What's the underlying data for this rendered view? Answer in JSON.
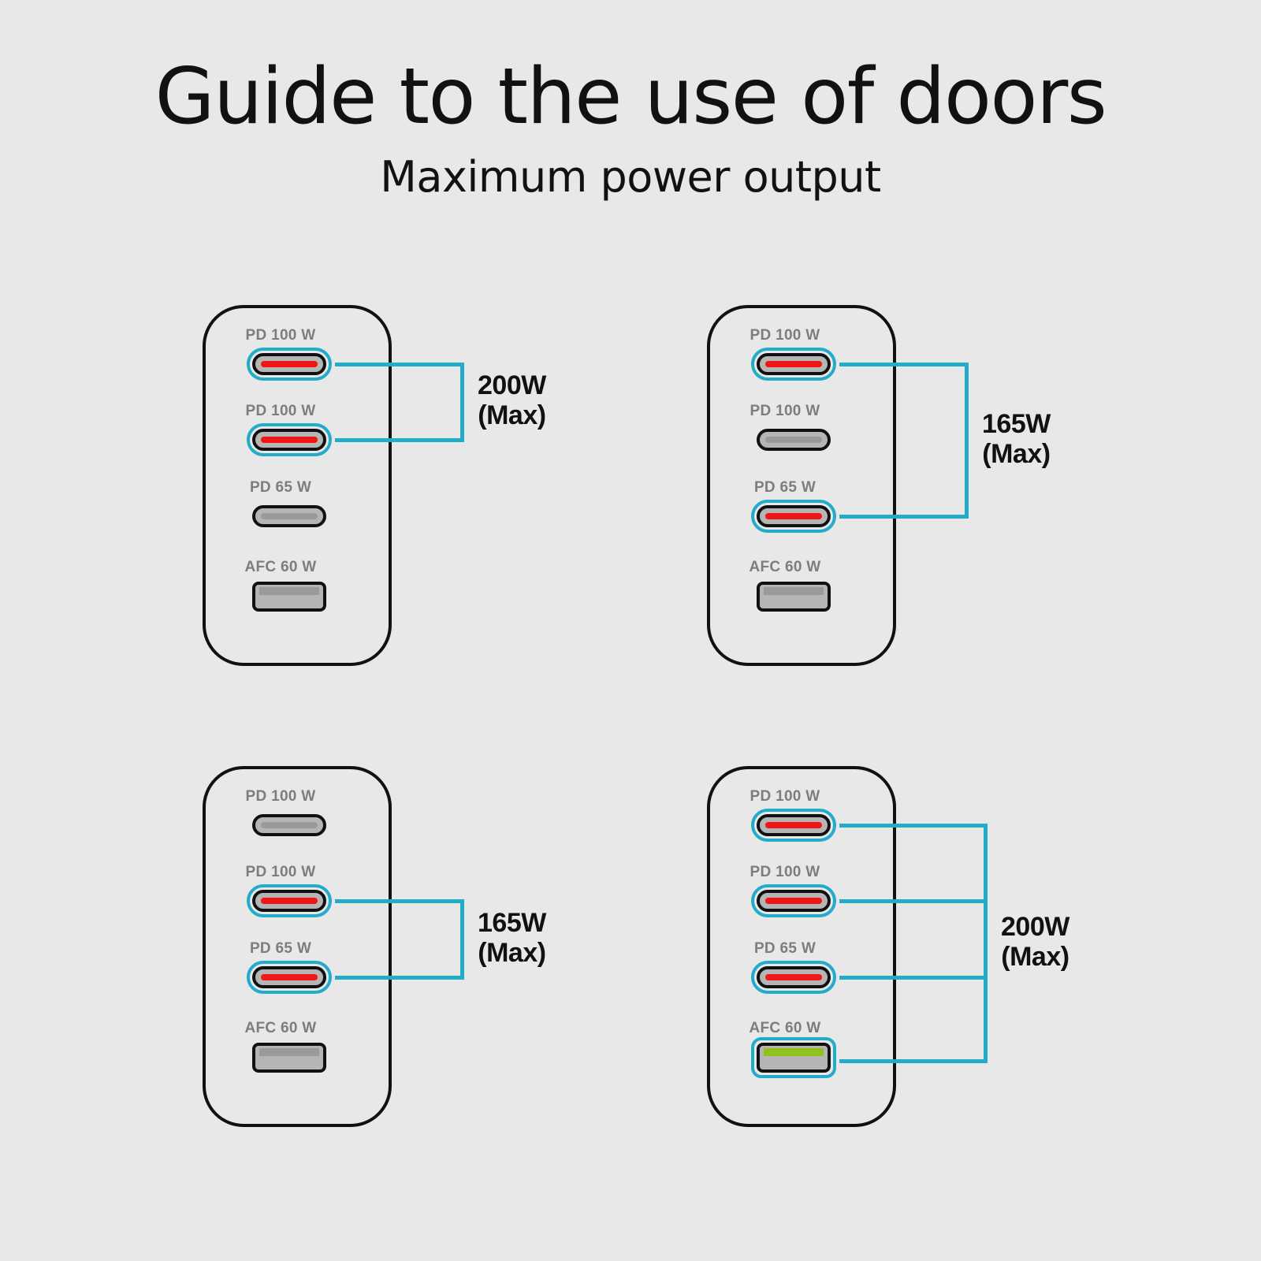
{
  "header": {
    "title": "Guide to the use of doors",
    "subtitle": "Maximum power output"
  },
  "colors": {
    "background": "#e8e8e8",
    "outline": "#111111",
    "highlight_cyan": "#23abca",
    "active_red": "#f21515",
    "active_green": "#8fc21a",
    "port_fill": "#b5b5b5",
    "port_inactive_bar": "#9a9a9a",
    "label_gray": "#7d7d7d"
  },
  "chargers": [
    {
      "id": "charger-top-left",
      "position": "top-left",
      "ports": [
        {
          "label": "PD 100 W",
          "type": "usb-c",
          "active": true
        },
        {
          "label": "PD 100 W",
          "type": "usb-c",
          "active": true
        },
        {
          "label": "PD 65 W",
          "type": "usb-c",
          "active": false
        },
        {
          "label": "AFC 60 W",
          "type": "usb-a",
          "active": false
        }
      ],
      "callout": {
        "watts": "200W",
        "max": "(Max)"
      }
    },
    {
      "id": "charger-top-right",
      "position": "top-right",
      "ports": [
        {
          "label": "PD 100 W",
          "type": "usb-c",
          "active": true
        },
        {
          "label": "PD 100 W",
          "type": "usb-c",
          "active": false
        },
        {
          "label": "PD 65 W",
          "type": "usb-c",
          "active": true
        },
        {
          "label": "AFC 60 W",
          "type": "usb-a",
          "active": false
        }
      ],
      "callout": {
        "watts": "165W",
        "max": "(Max)"
      }
    },
    {
      "id": "charger-bottom-left",
      "position": "bottom-left",
      "ports": [
        {
          "label": "PD 100 W",
          "type": "usb-c",
          "active": false
        },
        {
          "label": "PD 100 W",
          "type": "usb-c",
          "active": true
        },
        {
          "label": "PD 65 W",
          "type": "usb-c",
          "active": true
        },
        {
          "label": "AFC 60 W",
          "type": "usb-a",
          "active": false
        }
      ],
      "callout": {
        "watts": "165W",
        "max": "(Max)"
      }
    },
    {
      "id": "charger-bottom-right",
      "position": "bottom-right",
      "ports": [
        {
          "label": "PD 100 W",
          "type": "usb-c",
          "active": true
        },
        {
          "label": "PD 100 W",
          "type": "usb-c",
          "active": true
        },
        {
          "label": "PD 65 W",
          "type": "usb-c",
          "active": true
        },
        {
          "label": "AFC 60 W",
          "type": "usb-a",
          "active": true
        }
      ],
      "callout": {
        "watts": "200W",
        "max": "(Max)"
      }
    }
  ]
}
